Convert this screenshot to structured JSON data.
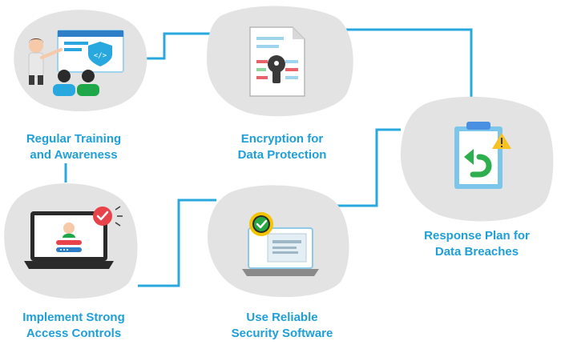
{
  "steps": [
    {
      "id": "training",
      "line1": "Regular Training",
      "line2": "and Awareness",
      "icon": "trainer-presentation-icon"
    },
    {
      "id": "encryption",
      "line1": "Encryption for",
      "line2": "Data Protection",
      "icon": "locked-document-icon"
    },
    {
      "id": "response",
      "line1": "Response Plan for",
      "line2": "Data Breaches",
      "icon": "clipboard-alert-icon"
    },
    {
      "id": "software",
      "line1": "Use Reliable",
      "line2": "Security Software",
      "icon": "laptop-security-icon"
    },
    {
      "id": "access",
      "line1": "Implement Strong",
      "line2": "Access Controls",
      "icon": "laptop-login-icon"
    }
  ],
  "colors": {
    "accent": "#1e9fd8",
    "connector": "#29a8df",
    "blob": "#e3e3e3",
    "check_red": "#e8434a",
    "check_green": "#28a745",
    "gear_yellow": "#f5c400",
    "alert_yellow": "#f7c11f"
  }
}
